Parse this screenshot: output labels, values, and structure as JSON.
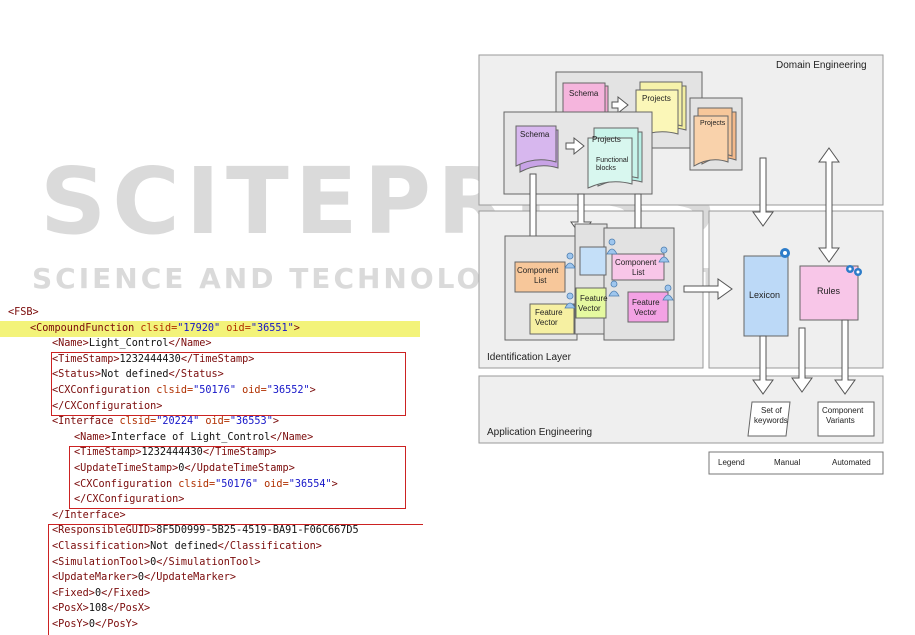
{
  "watermark": {
    "main": "SCITEPRESS",
    "sub": "SCIENCE AND TECHNOLOGY PUBLICATIONS"
  },
  "xml": [
    {
      "indent": 0,
      "parts": [
        [
          "t",
          "<FSB>"
        ]
      ]
    },
    {
      "indent": 1,
      "parts": [
        [
          "t",
          "<CompoundFunction "
        ],
        [
          "a",
          "clsid="
        ],
        [
          "v",
          "\"17920\""
        ],
        [
          "a",
          " oid="
        ],
        [
          "v",
          "\"36551\""
        ],
        [
          "t",
          ">"
        ]
      ]
    },
    {
      "indent": 2,
      "parts": [
        [
          "t",
          "<Name>"
        ],
        [
          "x",
          "Light_Control"
        ],
        [
          "t",
          "</Name>"
        ]
      ]
    },
    {
      "indent": 2,
      "parts": [
        [
          "t",
          "<TimeStamp>"
        ],
        [
          "x",
          "1232444430"
        ],
        [
          "t",
          "</TimeStamp>"
        ]
      ]
    },
    {
      "indent": 2,
      "parts": [
        [
          "t",
          "<Status>"
        ],
        [
          "x",
          "Not defined"
        ],
        [
          "t",
          "</Status>"
        ]
      ]
    },
    {
      "indent": 2,
      "parts": [
        [
          "t",
          "<CXConfiguration "
        ],
        [
          "a",
          "clsid="
        ],
        [
          "v",
          "\"50176\""
        ],
        [
          "a",
          " oid="
        ],
        [
          "v",
          "\"36552\""
        ],
        [
          "t",
          ">"
        ]
      ]
    },
    {
      "indent": 2,
      "parts": [
        [
          "t",
          "</CXConfiguration>"
        ]
      ]
    },
    {
      "indent": 2,
      "parts": [
        [
          "t",
          "<Interface "
        ],
        [
          "a",
          "clsid="
        ],
        [
          "v",
          "\"20224\""
        ],
        [
          "a",
          " oid="
        ],
        [
          "v",
          "\"36553\""
        ],
        [
          "t",
          ">"
        ]
      ]
    },
    {
      "indent": 3,
      "parts": [
        [
          "t",
          "<Name>"
        ],
        [
          "x",
          "Interface of Light_Control"
        ],
        [
          "t",
          "</Name>"
        ]
      ]
    },
    {
      "indent": 3,
      "parts": [
        [
          "t",
          "<TimeStamp>"
        ],
        [
          "x",
          "1232444430"
        ],
        [
          "t",
          "</TimeStamp>"
        ]
      ]
    },
    {
      "indent": 3,
      "parts": [
        [
          "t",
          "<UpdateTimeStamp>"
        ],
        [
          "x",
          "0"
        ],
        [
          "t",
          "</UpdateTimeStamp>"
        ]
      ]
    },
    {
      "indent": 3,
      "parts": [
        [
          "t",
          "<CXConfiguration "
        ],
        [
          "a",
          "clsid="
        ],
        [
          "v",
          "\"50176\""
        ],
        [
          "a",
          " oid="
        ],
        [
          "v",
          "\"36554\""
        ],
        [
          "t",
          ">"
        ]
      ]
    },
    {
      "indent": 3,
      "parts": [
        [
          "t",
          "</CXConfiguration>"
        ]
      ]
    },
    {
      "indent": 2,
      "parts": [
        [
          "t",
          "</Interface>"
        ]
      ]
    },
    {
      "indent": 2,
      "parts": [
        [
          "t",
          "<ResponsibleGUID>"
        ],
        [
          "x",
          "8F5D0999-5B25-4519-BA91-F06C667D5"
        ]
      ]
    },
    {
      "indent": 2,
      "parts": [
        [
          "t",
          "<Classification>"
        ],
        [
          "x",
          "Not defined"
        ],
        [
          "t",
          "</Classification>"
        ]
      ]
    },
    {
      "indent": 2,
      "parts": [
        [
          "t",
          "<SimulationTool>"
        ],
        [
          "x",
          "0"
        ],
        [
          "t",
          "</SimulationTool>"
        ]
      ]
    },
    {
      "indent": 2,
      "parts": [
        [
          "t",
          "<UpdateMarker>"
        ],
        [
          "x",
          "0"
        ],
        [
          "t",
          "</UpdateMarker>"
        ]
      ]
    },
    {
      "indent": 2,
      "parts": [
        [
          "t",
          "<Fixed>"
        ],
        [
          "x",
          "0"
        ],
        [
          "t",
          "</Fixed>"
        ]
      ]
    },
    {
      "indent": 2,
      "parts": [
        [
          "t",
          "<PosX>"
        ],
        [
          "x",
          "108"
        ],
        [
          "t",
          "</PosX>"
        ]
      ]
    },
    {
      "indent": 2,
      "parts": [
        [
          "t",
          "<PosY>"
        ],
        [
          "x",
          "0"
        ],
        [
          "t",
          "</PosY>"
        ]
      ]
    }
  ],
  "diagram": {
    "domain_engineering": "Domain Engineering",
    "identification_layer": "Identification Layer",
    "application_engineering": "Application Engineering",
    "schema": "Schema",
    "projects": "Projects",
    "functional_blocks_1": "Functional",
    "functional_blocks_2": "blocks",
    "component_list_1": "Component",
    "component_list_2": "List",
    "feature_vector_1": "Feature",
    "feature_vector_2": "Vector",
    "lexicon": "Lexicon",
    "rules": "Rules",
    "keywords_1": "Set of",
    "keywords_2": "keywords",
    "variants_1": "Component",
    "variants_2": "Variants",
    "legend": "Legend",
    "manual": "Manual",
    "automated": "Automated"
  },
  "colors": {
    "highlight": "#f3f37a",
    "red_box": "#cc2222",
    "panel": "#efefef",
    "schema": "#d7b7ee",
    "projects": "#fbf7a8",
    "orange": "#f7c79a",
    "lexicon": "#bcd9f7",
    "rules": "#f8c6e8",
    "component_list": "#f7c79a",
    "feature_vector": "#f6f0a2"
  }
}
